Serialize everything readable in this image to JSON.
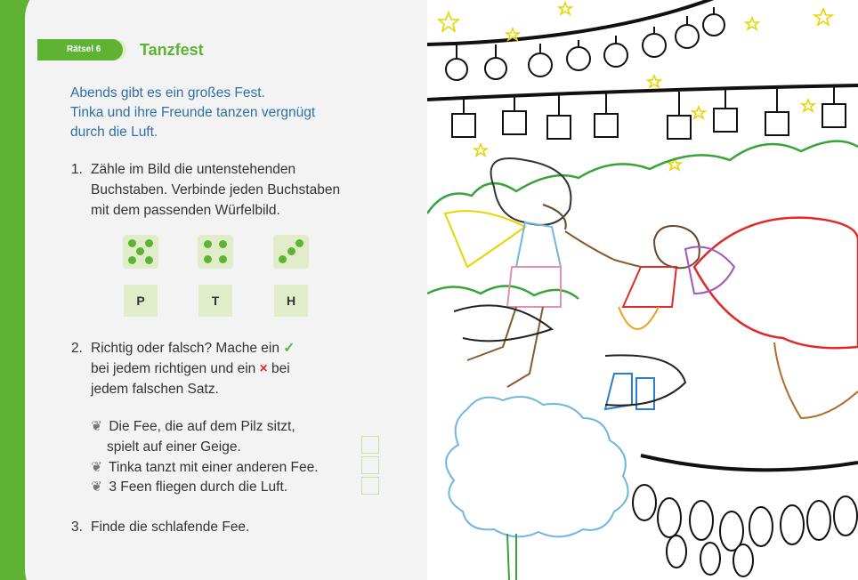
{
  "tab": {
    "label": "Rätsel 6"
  },
  "title": "Tanzfest",
  "intro": [
    "Abends gibt es ein großes Fest.",
    "Tinka und ihre Freunde tanzen vergnügt",
    "durch die Luft."
  ],
  "task1": {
    "number": "1.",
    "lines": [
      "Zähle im Bild die untenstehenden",
      "Buchstaben. Verbinde jeden Buchstaben",
      "mit dem passenden Würfelbild."
    ],
    "dice": [
      5,
      4,
      3
    ],
    "letters": [
      "P",
      "T",
      "H"
    ]
  },
  "task2": {
    "number": "2.",
    "line1_before": "Richtig oder falsch? Mache ein",
    "check_glyph": "✓",
    "line2_before": "bei jedem richtigen und ein",
    "cross_glyph": "×",
    "line2_after": "bei",
    "line3": "jedem falschen Satz.",
    "statements": [
      "Die Fee, die auf dem Pilz sitzt,",
      "spielt auf einer Geige.",
      "Tinka tanzt mit einer anderen Fee.",
      "3 Feen fliegen durch die Luft."
    ],
    "leaf_icon": "leaf-icon"
  },
  "task3": {
    "number": "3.",
    "text": "Finde die schlafende Fee."
  },
  "colors": {
    "accent_green": "#5fb233",
    "intro_blue": "#2f6fa8",
    "dice_bg": "#e1eccb"
  }
}
